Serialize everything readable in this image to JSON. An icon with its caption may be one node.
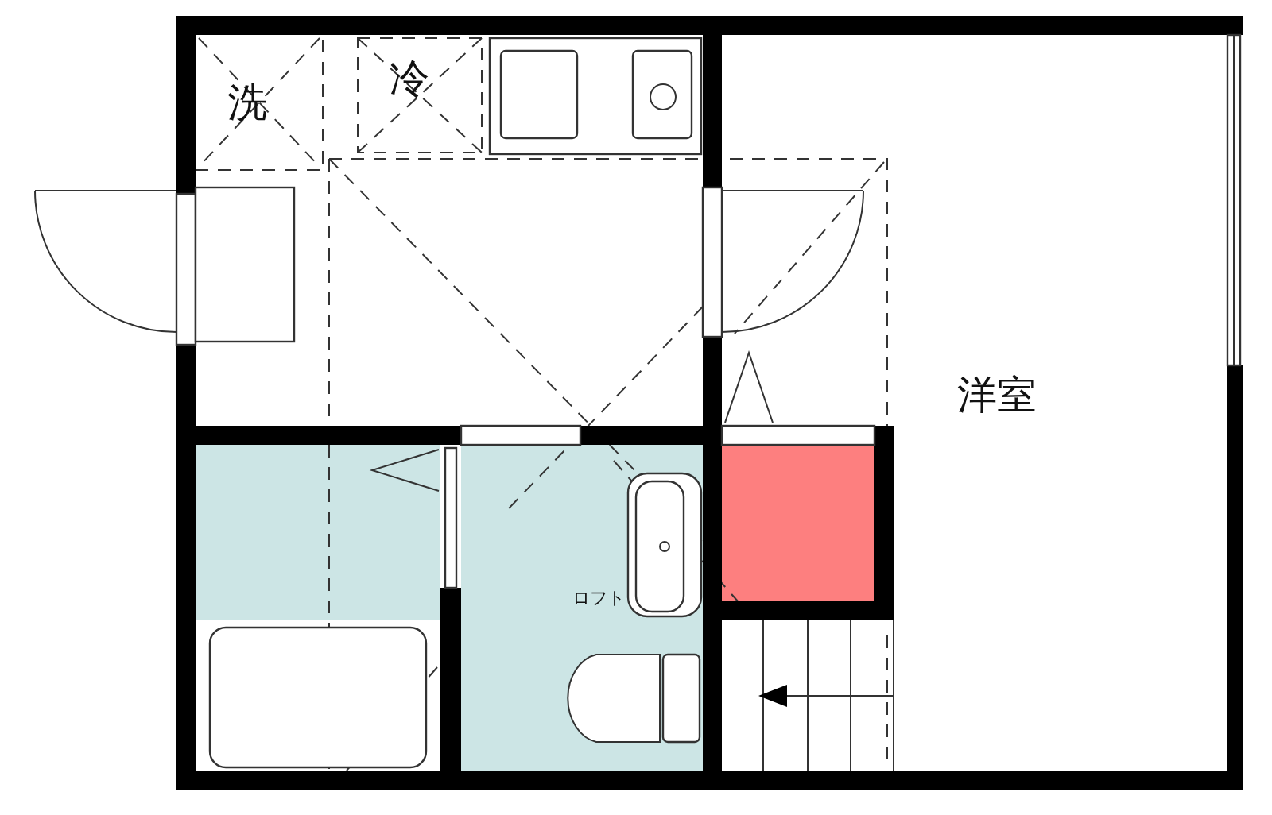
{
  "diagram": {
    "labels": [
      "洗",
      "冷",
      "洋室",
      "ロフト"
    ]
  }
}
